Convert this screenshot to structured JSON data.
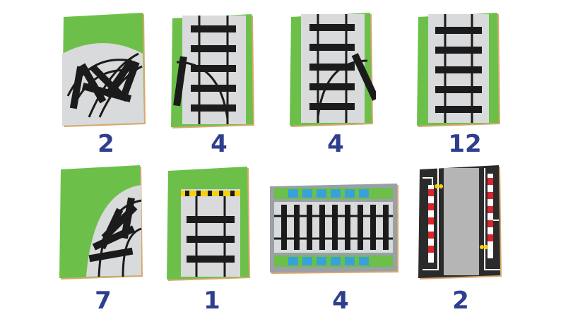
{
  "colors": {
    "grass": "#6cc04a",
    "ballast": "#d9dadb",
    "rail": "#1b1b1b",
    "count_text": "#2e3f8e",
    "tile_edge": "#d7a86e",
    "platform_blue": "#3aa0dc",
    "warning_yellow": "#f5d20c",
    "barrier_red": "#d7262a"
  },
  "tiles": [
    {
      "id": "junction-double-curve",
      "count": "2"
    },
    {
      "id": "switch-left",
      "count": "4"
    },
    {
      "id": "switch-right",
      "count": "4"
    },
    {
      "id": "straight-track",
      "count": "12"
    },
    {
      "id": "curved-track",
      "count": "7"
    },
    {
      "id": "buffer-stop-end",
      "count": "1"
    },
    {
      "id": "station-platform",
      "count": "4"
    },
    {
      "id": "level-crossing",
      "count": "2"
    }
  ]
}
